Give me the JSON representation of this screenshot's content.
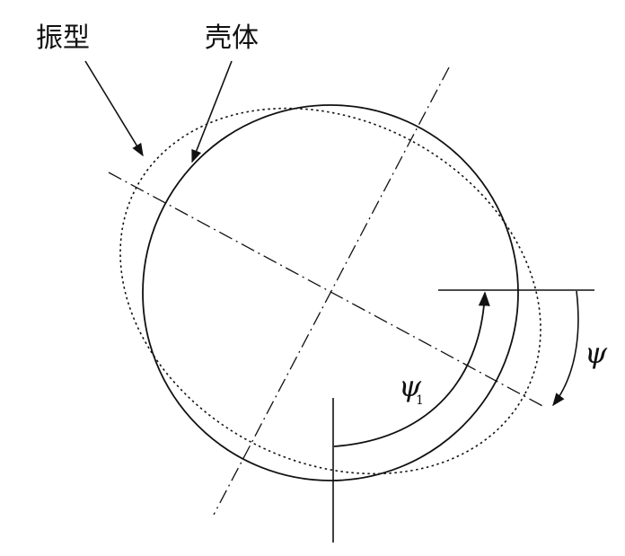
{
  "labels": {
    "mode_shape": "振型",
    "shell": "壳体",
    "psi": "ψ",
    "psi1_symbol": "ψ",
    "psi1_subscript": "1"
  },
  "colors": {
    "stroke": "#111111",
    "background": "#ffffff"
  }
}
